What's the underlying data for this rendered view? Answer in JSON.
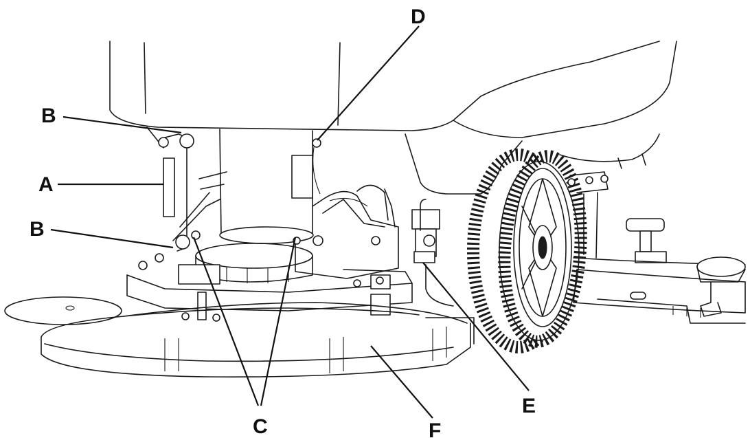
{
  "figure": {
    "callouts": [
      {
        "id": "A",
        "label": "A"
      },
      {
        "id": "B-upper",
        "label": "B"
      },
      {
        "id": "B-lower",
        "label": "B"
      },
      {
        "id": "C",
        "label": "C"
      },
      {
        "id": "D",
        "label": "D"
      },
      {
        "id": "E",
        "label": "E"
      },
      {
        "id": "F",
        "label": "F"
      }
    ]
  }
}
